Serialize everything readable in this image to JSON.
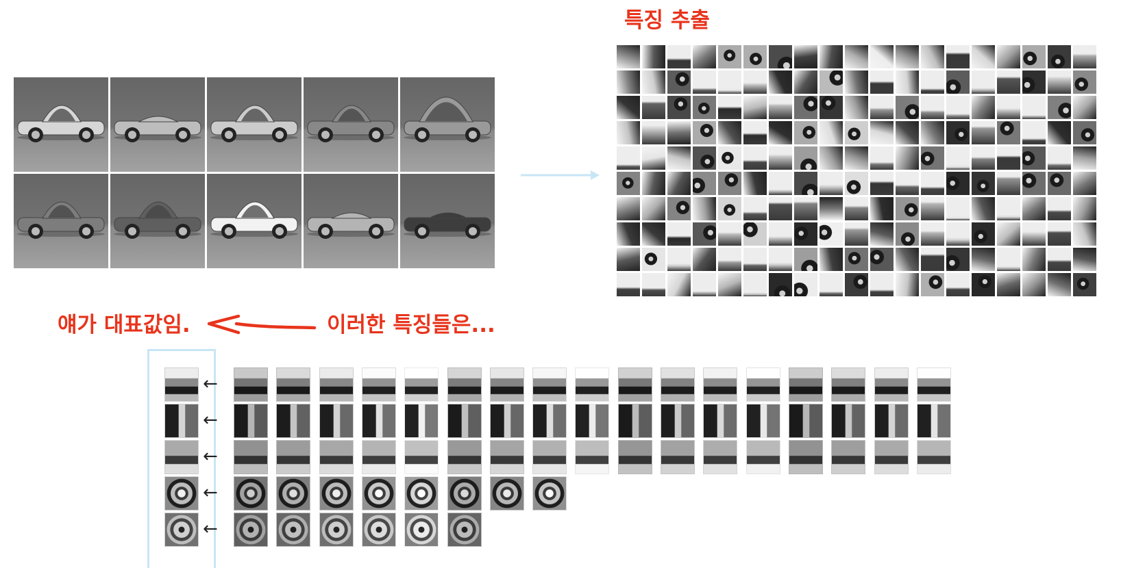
{
  "labels": {
    "feature_extraction": "특징 추출",
    "these_features": "이러한 특징들은...",
    "representative_value": "얘가 대표값임."
  },
  "colors": {
    "annotation_red": "#e8341c",
    "flow_arrow_blue": "#c7e6f5",
    "cluster_box_blue": "#c7e6f5"
  },
  "car_grid": {
    "rows": 2,
    "cols": 5,
    "cars": [
      "sedan",
      "roadster",
      "muscle-car",
      "sports-car-spoiler",
      "beetle",
      "coupe",
      "sports-coupe",
      "supercar-white",
      "convertible",
      "convertible-dark"
    ]
  },
  "patch_mosaic": {
    "rows": 10,
    "cols": 19
  },
  "clusters": {
    "arrow_glyph": "←",
    "rows": [
      {
        "name": "wheel-front-cluster",
        "patch_count": 17
      },
      {
        "name": "wheel-edge-cluster",
        "patch_count": 17
      },
      {
        "name": "wheel-ground-cluster",
        "patch_count": 17
      },
      {
        "name": "hubcap-cluster",
        "patch_count": 8
      },
      {
        "name": "rim-cluster",
        "patch_count": 6
      }
    ]
  }
}
